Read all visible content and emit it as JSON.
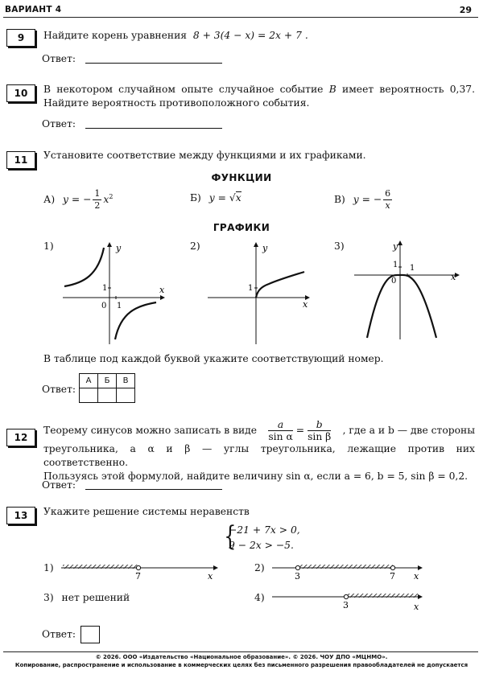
{
  "header": {
    "variant": "ВАРИАНТ 4",
    "page_number": "29"
  },
  "answer_label": "Ответ:",
  "q9": {
    "number": "9",
    "text": "Найдите корень уравнения",
    "equation": "8 + 3(4 − x) = 2x + 7 ."
  },
  "q10": {
    "number": "10",
    "line1": "В некотором случайном опыте случайное событие",
    "event": "B",
    "line1_end": "имеет вероятность 0,37.",
    "line2": "Найдите вероятность противоположного события."
  },
  "q11": {
    "number": "11",
    "text": "Установите соответствие между функциями и их графиками.",
    "functions_title": "ФУНКЦИИ",
    "graphs_title": "ГРАФИКИ",
    "functions": [
      {
        "letter": "А)",
        "formula": "y = −(1/2)x²"
      },
      {
        "letter": "Б)",
        "formula": "y = √x"
      },
      {
        "letter": "В)",
        "formula": "y = −6/x"
      }
    ],
    "graph_labels": [
      "1)",
      "2)",
      "3)"
    ],
    "axis_x": "x",
    "axis_y": "y",
    "origin": "0",
    "unit": "1",
    "table_instruction": "В таблице под каждой буквой укажите соответствующий номер.",
    "table_headers": [
      "А",
      "Б",
      "В"
    ]
  },
  "q12": {
    "number": "12",
    "intro": "Теорему синусов можно записать в виде",
    "frac1": {
      "num": "a",
      "den": "sin α"
    },
    "frac2": {
      "num": "b",
      "den": "sin β"
    },
    "after": ", где a и b — две стороны",
    "line2": "треугольника, а α и β — углы треугольника, лежащие против них соответственно.",
    "line3": "Пользуясь этой формулой, найдите величину sin α, если a = 6, b = 5, sin β = 0,2."
  },
  "q13": {
    "number": "13",
    "text": "Укажите решение системы неравенств",
    "ineq1": "−21 + 7x > 0,",
    "ineq2": "9 − 2x > −5.",
    "options": [
      {
        "label": "1)",
        "ticks": [
          "7"
        ]
      },
      {
        "label": "2)",
        "ticks": [
          "3",
          "7"
        ]
      },
      {
        "label": "3)",
        "text": "нет решений"
      },
      {
        "label": "4)",
        "ticks": [
          "3"
        ]
      }
    ],
    "axis_x": "x"
  },
  "footer": {
    "line1": "© 2026. ООО «Издательство «Национальное образование». © 2026. ЧОУ ДПО «МЦНМО».",
    "line2": "Копирование, распространение и использование в коммерческих целях без письменного разрешения правообладателей не допускается"
  }
}
